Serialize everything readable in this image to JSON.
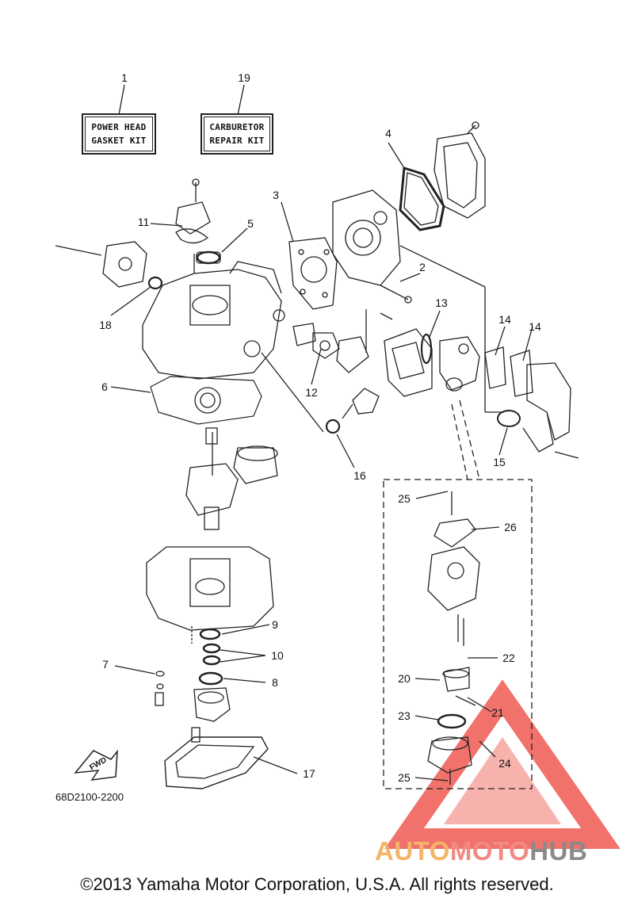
{
  "kits": [
    {
      "number": "1",
      "line1": "POWER HEAD",
      "line2": "GASKET KIT"
    },
    {
      "number": "19",
      "line1": "CARBURETOR",
      "line2": "REPAIR KIT"
    }
  ],
  "callouts": [
    "2",
    "3",
    "4",
    "5",
    "6",
    "7",
    "8",
    "9",
    "10",
    "11",
    "12",
    "13",
    "14",
    "14",
    "15",
    "16",
    "17",
    "18",
    "20",
    "21",
    "22",
    "23",
    "24",
    "25",
    "25",
    "26"
  ],
  "fwd_label": "FWD",
  "diagram_code": "68D2100-2200",
  "copyright": "©2013 Yamaha Motor Corporation, U.S.A. All rights reserved.",
  "watermark": {
    "part1": "AUTO",
    "part2": "MOTO",
    "part3": "HUB",
    "colors": {
      "auto": "#f6b36a",
      "moto": "#f28a84",
      "hub": "#8a8a8a",
      "triangle": "#ee5a52"
    }
  }
}
